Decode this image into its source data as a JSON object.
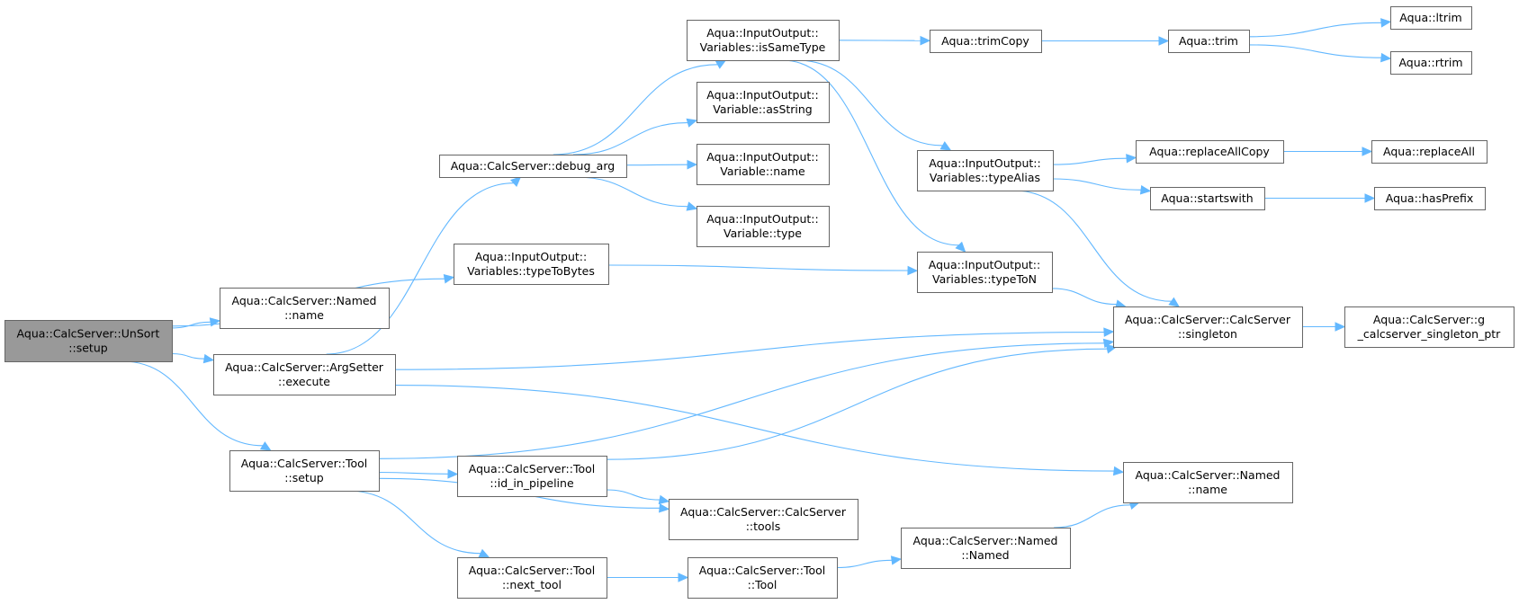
{
  "diagram": {
    "type": "call-graph",
    "colors": {
      "edge": "#63b8ff",
      "node_border": "#666666",
      "node_fill": "#ffffff",
      "root_fill": "#999999"
    },
    "root": "setup_unsort",
    "nodes": [
      {
        "id": "setup_unsort",
        "lines": [
          "Aqua::CalcServer::UnSort",
          "::setup"
        ]
      },
      {
        "id": "typeToBytes",
        "lines": [
          "Aqua::InputOutput::",
          "Variables::typeToBytes"
        ]
      },
      {
        "id": "named_name_1",
        "lines": [
          "Aqua::CalcServer::Named",
          "::name"
        ]
      },
      {
        "id": "argsetter_execute",
        "lines": [
          "Aqua::CalcServer::ArgSetter",
          "::execute"
        ]
      },
      {
        "id": "tool_setup",
        "lines": [
          "Aqua::CalcServer::Tool",
          "::setup"
        ]
      },
      {
        "id": "debug_arg",
        "lines": [
          "Aqua::CalcServer::debug_arg"
        ]
      },
      {
        "id": "isSameType",
        "lines": [
          "Aqua::InputOutput::",
          "Variables::isSameType"
        ]
      },
      {
        "id": "asString",
        "lines": [
          "Aqua::InputOutput::",
          "Variable::asString"
        ]
      },
      {
        "id": "var_name",
        "lines": [
          "Aqua::InputOutput::",
          "Variable::name"
        ]
      },
      {
        "id": "var_type",
        "lines": [
          "Aqua::InputOutput::",
          "Variable::type"
        ]
      },
      {
        "id": "trimCopy",
        "lines": [
          "Aqua::trimCopy"
        ]
      },
      {
        "id": "trim",
        "lines": [
          "Aqua::trim"
        ]
      },
      {
        "id": "ltrim",
        "lines": [
          "Aqua::ltrim"
        ]
      },
      {
        "id": "rtrim",
        "lines": [
          "Aqua::rtrim"
        ]
      },
      {
        "id": "typeAlias",
        "lines": [
          "Aqua::InputOutput::",
          "Variables::typeAlias"
        ]
      },
      {
        "id": "replaceAllCopy",
        "lines": [
          "Aqua::replaceAllCopy"
        ]
      },
      {
        "id": "replaceAll",
        "lines": [
          "Aqua::replaceAll"
        ]
      },
      {
        "id": "startswith",
        "lines": [
          "Aqua::startswith"
        ]
      },
      {
        "id": "hasPrefix",
        "lines": [
          "Aqua::hasPrefix"
        ]
      },
      {
        "id": "typeToN",
        "lines": [
          "Aqua::InputOutput::",
          "Variables::typeToN"
        ]
      },
      {
        "id": "singleton",
        "lines": [
          "Aqua::CalcServer::CalcServer",
          "::singleton"
        ]
      },
      {
        "id": "g_singleton_ptr",
        "lines": [
          "Aqua::CalcServer::g",
          "_calcserver_singleton_ptr"
        ]
      },
      {
        "id": "id_in_pipeline",
        "lines": [
          "Aqua::CalcServer::Tool",
          "::id_in_pipeline"
        ]
      },
      {
        "id": "tools",
        "lines": [
          "Aqua::CalcServer::CalcServer",
          "::tools"
        ]
      },
      {
        "id": "named_name_2",
        "lines": [
          "Aqua::CalcServer::Named",
          "::name"
        ]
      },
      {
        "id": "named_named",
        "lines": [
          "Aqua::CalcServer::Named",
          "::Named"
        ]
      },
      {
        "id": "next_tool",
        "lines": [
          "Aqua::CalcServer::Tool",
          "::next_tool"
        ]
      },
      {
        "id": "tool_ctor",
        "lines": [
          "Aqua::CalcServer::Tool",
          "::Tool"
        ]
      }
    ],
    "edges": [
      {
        "from": "setup_unsort",
        "to": "typeToBytes"
      },
      {
        "from": "setup_unsort",
        "to": "named_name_1"
      },
      {
        "from": "setup_unsort",
        "to": "argsetter_execute"
      },
      {
        "from": "setup_unsort",
        "to": "tool_setup"
      },
      {
        "from": "argsetter_execute",
        "to": "debug_arg"
      },
      {
        "from": "argsetter_execute",
        "to": "singleton"
      },
      {
        "from": "argsetter_execute",
        "to": "named_name_2"
      },
      {
        "from": "debug_arg",
        "to": "isSameType"
      },
      {
        "from": "debug_arg",
        "to": "asString"
      },
      {
        "from": "debug_arg",
        "to": "var_name"
      },
      {
        "from": "debug_arg",
        "to": "var_type"
      },
      {
        "from": "isSameType",
        "to": "trimCopy"
      },
      {
        "from": "isSameType",
        "to": "typeAlias"
      },
      {
        "from": "isSameType",
        "to": "typeToN"
      },
      {
        "from": "trimCopy",
        "to": "trim"
      },
      {
        "from": "trim",
        "to": "ltrim"
      },
      {
        "from": "trim",
        "to": "rtrim"
      },
      {
        "from": "typeAlias",
        "to": "replaceAllCopy"
      },
      {
        "from": "typeAlias",
        "to": "startswith"
      },
      {
        "from": "typeAlias",
        "to": "singleton"
      },
      {
        "from": "replaceAllCopy",
        "to": "replaceAll"
      },
      {
        "from": "startswith",
        "to": "hasPrefix"
      },
      {
        "from": "typeToBytes",
        "to": "typeToN"
      },
      {
        "from": "typeToN",
        "to": "singleton"
      },
      {
        "from": "singleton",
        "to": "g_singleton_ptr"
      },
      {
        "from": "tool_setup",
        "to": "singleton"
      },
      {
        "from": "tool_setup",
        "to": "id_in_pipeline"
      },
      {
        "from": "tool_setup",
        "to": "tools"
      },
      {
        "from": "tool_setup",
        "to": "next_tool"
      },
      {
        "from": "id_in_pipeline",
        "to": "singleton"
      },
      {
        "from": "id_in_pipeline",
        "to": "tools"
      },
      {
        "from": "next_tool",
        "to": "tool_ctor"
      },
      {
        "from": "tool_ctor",
        "to": "named_named"
      },
      {
        "from": "named_named",
        "to": "named_name_2"
      }
    ]
  }
}
